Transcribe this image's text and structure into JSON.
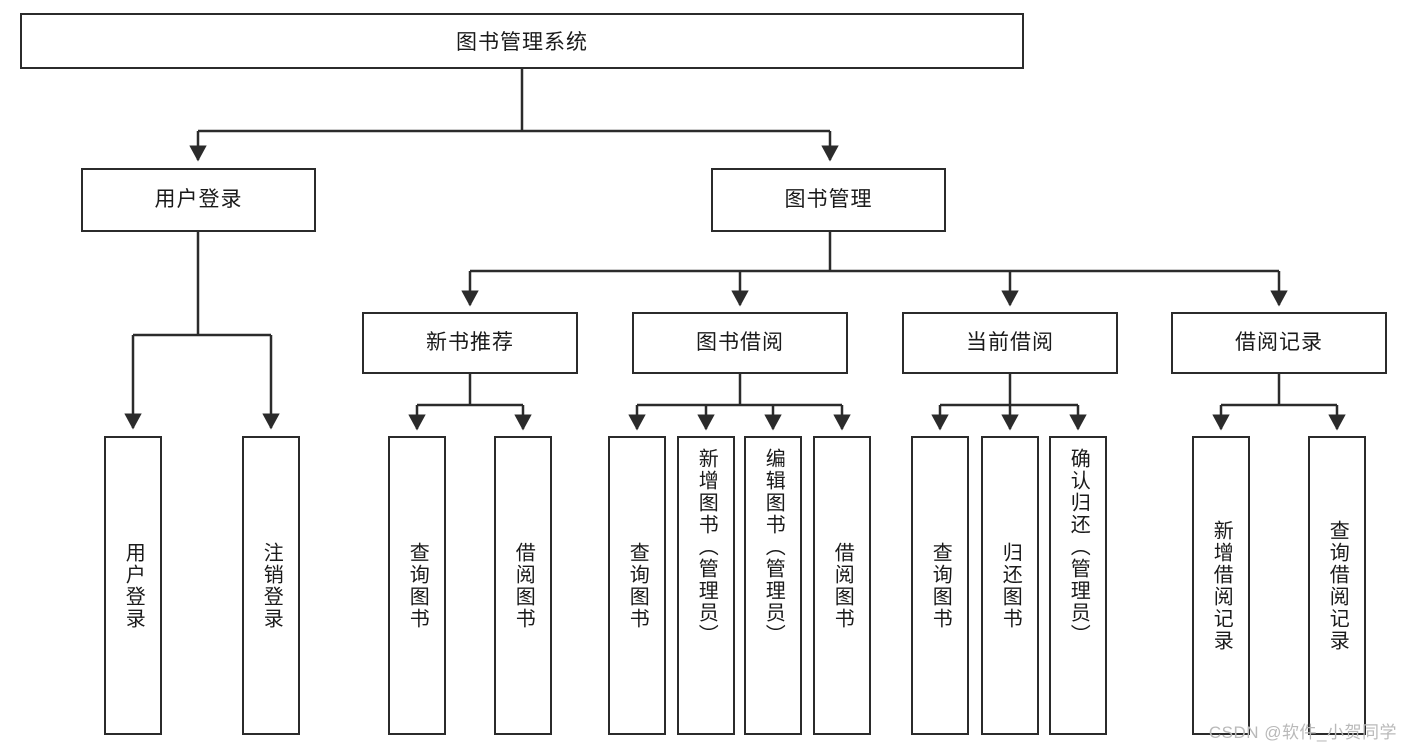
{
  "diagram": {
    "title": "图书管理系统",
    "type": "tree-hierarchy-diagram",
    "colors": {
      "box_border": "#2b2b2b",
      "box_fill": "#ffffff",
      "edge": "#2b2b2b",
      "text": "#1a1a1a",
      "watermark": "#b9b9b9",
      "background": "#ffffff"
    },
    "root": {
      "label": "图书管理系统"
    },
    "level1": [
      {
        "label": "用户登录"
      },
      {
        "label": "图书管理"
      }
    ],
    "level2": [
      {
        "label": "新书推荐"
      },
      {
        "label": "图书借阅"
      },
      {
        "label": "当前借阅"
      },
      {
        "label": "借阅记录"
      }
    ],
    "leaves_user_login": [
      {
        "label": "用户登录"
      },
      {
        "label": "注销登录"
      }
    ],
    "leaves_new_book": [
      {
        "label": "查询图书"
      },
      {
        "label": "借阅图书"
      }
    ],
    "leaves_borrow": [
      {
        "label": "查询图书"
      },
      {
        "label": "新增图书（管理员）"
      },
      {
        "label": "编辑图书（管理员）"
      },
      {
        "label": "借阅图书"
      }
    ],
    "leaves_current": [
      {
        "label": "查询图书"
      },
      {
        "label": "归还图书"
      },
      {
        "label": "确认归还（管理员）"
      }
    ],
    "leaves_record": [
      {
        "label": "新增借阅记录"
      },
      {
        "label": "查询借阅记录"
      }
    ],
    "watermark": "CSDN @软件_小贺同学"
  }
}
